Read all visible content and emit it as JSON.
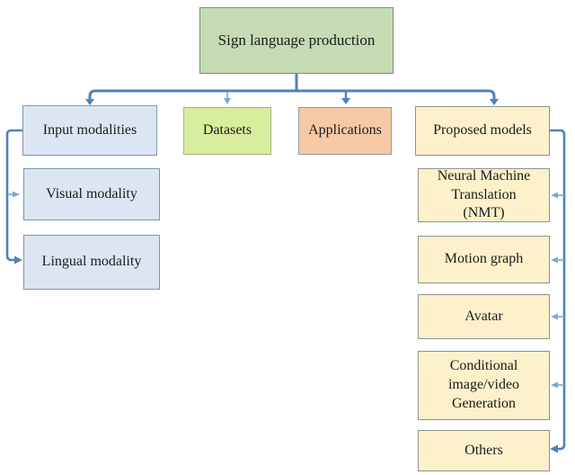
{
  "diagram": {
    "root": {
      "label": "Sign language production",
      "fill": "#c5dbb3"
    },
    "branches": {
      "input_modalities": {
        "label": "Input modalities",
        "fill": "#dbe6f2",
        "children": {
          "visual": {
            "label": "Visual modality"
          },
          "lingual": {
            "label": "Lingual modality"
          }
        }
      },
      "datasets": {
        "label": "Datasets",
        "fill": "#d9ee9d"
      },
      "applications": {
        "label": "Applications",
        "fill": "#f6c9a4"
      },
      "proposed_models": {
        "label": "Proposed models",
        "fill": "#fcf1cb",
        "children": {
          "nmt": {
            "label": "Neural Machine Translation (NMT)",
            "lines": [
              "Neural Machine",
              "Translation",
              "(NMT)"
            ]
          },
          "motion_graph": {
            "label": "Motion graph"
          },
          "avatar": {
            "label": "Avatar"
          },
          "conditional": {
            "label": "Conditional image/video Generation",
            "lines": [
              "Conditional",
              "image/video",
              "Generation"
            ]
          },
          "others": {
            "label": "Others"
          }
        }
      }
    },
    "connector_colors": {
      "main": "#4f81bd",
      "light": "#7da7dc"
    }
  }
}
